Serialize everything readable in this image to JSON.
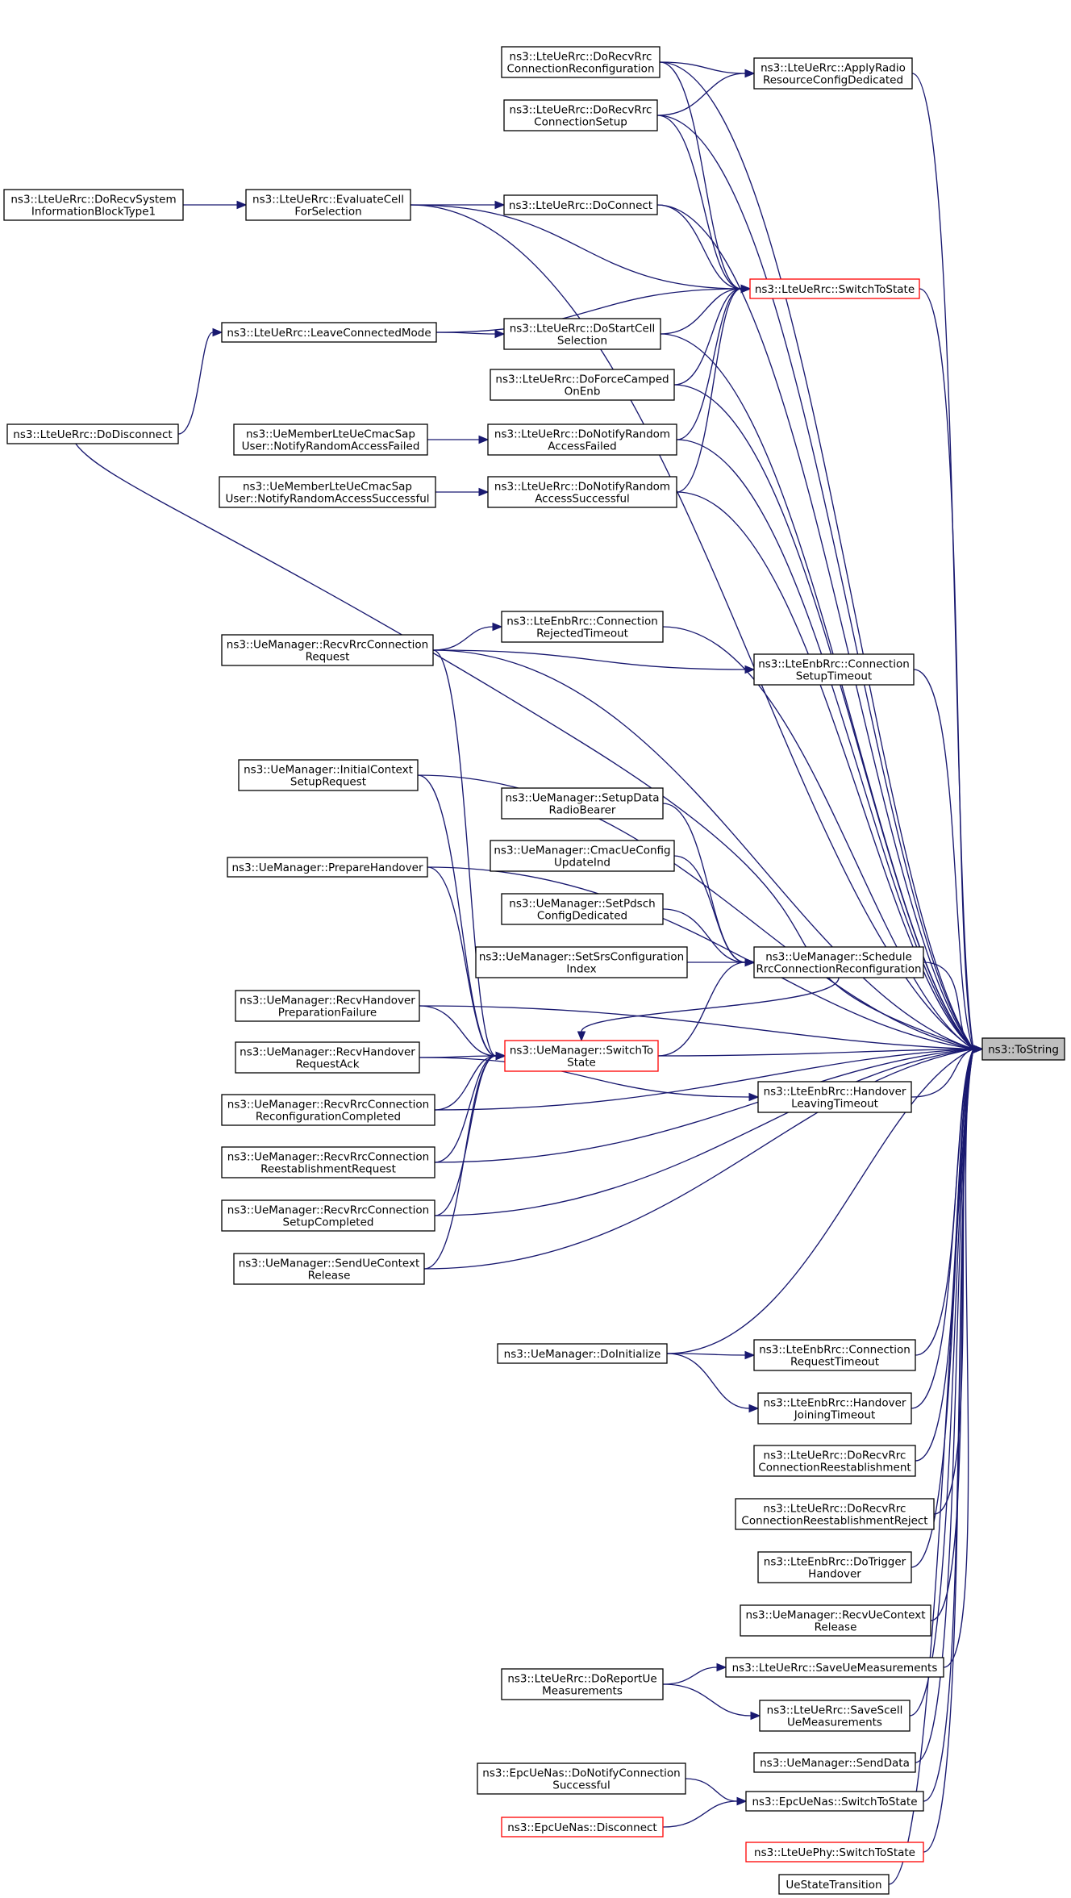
{
  "graph": {
    "type": "call-graph",
    "nodes": [
      {
        "id": "root",
        "lines": [
          "ns3::ToString"
        ],
        "style": "root"
      },
      {
        "id": "n1",
        "lines": [
          "ns3::LteUeRrc::DoRecvRrc",
          "ConnectionReconfiguration"
        ],
        "style": "normal"
      },
      {
        "id": "n2",
        "lines": [
          "ns3::LteUeRrc::ApplyRadio",
          "ResourceConfigDedicated"
        ],
        "style": "normal"
      },
      {
        "id": "n3",
        "lines": [
          "ns3::LteUeRrc::DoRecvRrc",
          "ConnectionSetup"
        ],
        "style": "normal"
      },
      {
        "id": "n4",
        "lines": [
          "ns3::LteUeRrc::DoRecvSystem",
          "InformationBlockType1"
        ],
        "style": "normal"
      },
      {
        "id": "n5",
        "lines": [
          "ns3::LteUeRrc::EvaluateCell",
          "ForSelection"
        ],
        "style": "normal"
      },
      {
        "id": "n6",
        "lines": [
          "ns3::LteUeRrc::DoConnect"
        ],
        "style": "normal"
      },
      {
        "id": "n7",
        "lines": [
          "ns3::LteUeRrc::SwitchToState"
        ],
        "style": "red"
      },
      {
        "id": "n8",
        "lines": [
          "ns3::LteUeRrc::LeaveConnectedMode"
        ],
        "style": "normal"
      },
      {
        "id": "n9",
        "lines": [
          "ns3::LteUeRrc::DoStartCell",
          "Selection"
        ],
        "style": "normal"
      },
      {
        "id": "n10",
        "lines": [
          "ns3::LteUeRrc::DoForceCamped",
          "OnEnb"
        ],
        "style": "normal"
      },
      {
        "id": "n11",
        "lines": [
          "ns3::LteUeRrc::DoDisconnect"
        ],
        "style": "normal"
      },
      {
        "id": "n12",
        "lines": [
          "ns3::UeMemberLteUeCmacSap",
          "User::NotifyRandomAccessFailed"
        ],
        "style": "normal"
      },
      {
        "id": "n13",
        "lines": [
          "ns3::LteUeRrc::DoNotifyRandom",
          "AccessFailed"
        ],
        "style": "normal"
      },
      {
        "id": "n14",
        "lines": [
          "ns3::UeMemberLteUeCmacSap",
          "User::NotifyRandomAccessSuccessful"
        ],
        "style": "normal"
      },
      {
        "id": "n15",
        "lines": [
          "ns3::LteUeRrc::DoNotifyRandom",
          "AccessSuccessful"
        ],
        "style": "normal"
      },
      {
        "id": "n16",
        "lines": [
          "ns3::LteEnbRrc::Connection",
          "RejectedTimeout"
        ],
        "style": "normal"
      },
      {
        "id": "n17",
        "lines": [
          "ns3::UeManager::RecvRrcConnection",
          "Request"
        ],
        "style": "normal"
      },
      {
        "id": "n18",
        "lines": [
          "ns3::LteEnbRrc::Connection",
          "SetupTimeout"
        ],
        "style": "normal"
      },
      {
        "id": "n19",
        "lines": [
          "ns3::UeManager::InitialContext",
          "SetupRequest"
        ],
        "style": "normal"
      },
      {
        "id": "n20",
        "lines": [
          "ns3::UeManager::SetupData",
          "RadioBearer"
        ],
        "style": "normal"
      },
      {
        "id": "n21",
        "lines": [
          "ns3::UeManager::PrepareHandover"
        ],
        "style": "normal"
      },
      {
        "id": "n22",
        "lines": [
          "ns3::UeManager::CmacUeConfig",
          "UpdateInd"
        ],
        "style": "normal"
      },
      {
        "id": "n23",
        "lines": [
          "ns3::UeManager::SetPdsch",
          "ConfigDedicated"
        ],
        "style": "normal"
      },
      {
        "id": "n24",
        "lines": [
          "ns3::UeManager::SetSrsConfiguration",
          "Index"
        ],
        "style": "normal"
      },
      {
        "id": "n25",
        "lines": [
          "ns3::UeManager::Schedule",
          "RrcConnectionReconfiguration"
        ],
        "style": "normal"
      },
      {
        "id": "n26",
        "lines": [
          "ns3::UeManager::RecvHandover",
          "PreparationFailure"
        ],
        "style": "normal"
      },
      {
        "id": "n27",
        "lines": [
          "ns3::UeManager::SwitchTo",
          "State"
        ],
        "style": "red"
      },
      {
        "id": "n28",
        "lines": [
          "ns3::UeManager::RecvHandover",
          "RequestAck"
        ],
        "style": "normal"
      },
      {
        "id": "n29",
        "lines": [
          "ns3::LteEnbRrc::Handover",
          "LeavingTimeout"
        ],
        "style": "normal"
      },
      {
        "id": "n30",
        "lines": [
          "ns3::UeManager::RecvRrcConnection",
          "ReconfigurationCompleted"
        ],
        "style": "normal"
      },
      {
        "id": "n31",
        "lines": [
          "ns3::UeManager::RecvRrcConnection",
          "ReestablishmentRequest"
        ],
        "style": "normal"
      },
      {
        "id": "n32",
        "lines": [
          "ns3::UeManager::RecvRrcConnection",
          "SetupCompleted"
        ],
        "style": "normal"
      },
      {
        "id": "n33",
        "lines": [
          "ns3::UeManager::SendUeContext",
          "Release"
        ],
        "style": "normal"
      },
      {
        "id": "n34",
        "lines": [
          "ns3::UeManager::DoInitialize"
        ],
        "style": "normal"
      },
      {
        "id": "n35",
        "lines": [
          "ns3::LteEnbRrc::Connection",
          "RequestTimeout"
        ],
        "style": "normal"
      },
      {
        "id": "n36",
        "lines": [
          "ns3::LteEnbRrc::Handover",
          "JoiningTimeout"
        ],
        "style": "normal"
      },
      {
        "id": "n37",
        "lines": [
          "ns3::LteUeRrc::DoRecvRrc",
          "ConnectionReestablishment"
        ],
        "style": "normal"
      },
      {
        "id": "n38",
        "lines": [
          "ns3::LteUeRrc::DoRecvRrc",
          "ConnectionReestablishmentReject"
        ],
        "style": "normal"
      },
      {
        "id": "n39",
        "lines": [
          "ns3::LteEnbRrc::DoTrigger",
          "Handover"
        ],
        "style": "normal"
      },
      {
        "id": "n40",
        "lines": [
          "ns3::UeManager::RecvUeContext",
          "Release"
        ],
        "style": "normal"
      },
      {
        "id": "n41",
        "lines": [
          "ns3::LteUeRrc::SaveUeMeasurements"
        ],
        "style": "normal"
      },
      {
        "id": "n42",
        "lines": [
          "ns3::LteUeRrc::DoReportUe",
          "Measurements"
        ],
        "style": "normal"
      },
      {
        "id": "n43",
        "lines": [
          "ns3::LteUeRrc::SaveScell",
          "UeMeasurements"
        ],
        "style": "normal"
      },
      {
        "id": "n44",
        "lines": [
          "ns3::UeManager::SendData"
        ],
        "style": "normal"
      },
      {
        "id": "n45",
        "lines": [
          "ns3::EpcUeNas::DoNotifyConnection",
          "Successful"
        ],
        "style": "normal"
      },
      {
        "id": "n46",
        "lines": [
          "ns3::EpcUeNas::SwitchToState"
        ],
        "style": "normal"
      },
      {
        "id": "n47",
        "lines": [
          "ns3::EpcUeNas::Disconnect"
        ],
        "style": "red"
      },
      {
        "id": "n48",
        "lines": [
          "ns3::LteUePhy::SwitchToState"
        ],
        "style": "red"
      },
      {
        "id": "n49",
        "lines": [
          "UeStateTransition"
        ],
        "style": "normal"
      }
    ],
    "edges": [
      [
        "n1",
        "root"
      ],
      [
        "n1",
        "n2"
      ],
      [
        "n1",
        "n7"
      ],
      [
        "n2",
        "root"
      ],
      [
        "n3",
        "root"
      ],
      [
        "n3",
        "n2"
      ],
      [
        "n3",
        "n7"
      ],
      [
        "n4",
        "n5"
      ],
      [
        "n5",
        "root"
      ],
      [
        "n5",
        "n6"
      ],
      [
        "n5",
        "n7"
      ],
      [
        "n6",
        "root"
      ],
      [
        "n6",
        "n7"
      ],
      [
        "n7",
        "root"
      ],
      [
        "n8",
        "n7"
      ],
      [
        "n8",
        "n9"
      ],
      [
        "n9",
        "root"
      ],
      [
        "n9",
        "n7"
      ],
      [
        "n10",
        "root"
      ],
      [
        "n10",
        "n7"
      ],
      [
        "n11",
        "n8"
      ],
      [
        "n11",
        "root"
      ],
      [
        "n12",
        "n13"
      ],
      [
        "n13",
        "root"
      ],
      [
        "n13",
        "n7"
      ],
      [
        "n14",
        "n15"
      ],
      [
        "n15",
        "root"
      ],
      [
        "n15",
        "n7"
      ],
      [
        "n16",
        "root"
      ],
      [
        "n17",
        "root"
      ],
      [
        "n17",
        "n16"
      ],
      [
        "n17",
        "n18"
      ],
      [
        "n17",
        "n27"
      ],
      [
        "n18",
        "root"
      ],
      [
        "n19",
        "root"
      ],
      [
        "n19",
        "n27"
      ],
      [
        "n20",
        "n25"
      ],
      [
        "n21",
        "root"
      ],
      [
        "n21",
        "n27"
      ],
      [
        "n22",
        "n25"
      ],
      [
        "n23",
        "n25"
      ],
      [
        "n24",
        "n25"
      ],
      [
        "n25",
        "root"
      ],
      [
        "n25",
        "n27"
      ],
      [
        "n26",
        "root"
      ],
      [
        "n26",
        "n27"
      ],
      [
        "n27",
        "root"
      ],
      [
        "n27",
        "n25"
      ],
      [
        "n28",
        "n27"
      ],
      [
        "n28",
        "n29"
      ],
      [
        "n29",
        "root"
      ],
      [
        "n30",
        "root"
      ],
      [
        "n30",
        "n27"
      ],
      [
        "n31",
        "root"
      ],
      [
        "n31",
        "n27"
      ],
      [
        "n32",
        "root"
      ],
      [
        "n32",
        "n27"
      ],
      [
        "n33",
        "root"
      ],
      [
        "n33",
        "n27"
      ],
      [
        "n34",
        "root"
      ],
      [
        "n34",
        "n35"
      ],
      [
        "n34",
        "n36"
      ],
      [
        "n35",
        "root"
      ],
      [
        "n36",
        "root"
      ],
      [
        "n37",
        "root"
      ],
      [
        "n38",
        "root"
      ],
      [
        "n39",
        "root"
      ],
      [
        "n40",
        "root"
      ],
      [
        "n41",
        "root"
      ],
      [
        "n42",
        "n41"
      ],
      [
        "n42",
        "n43"
      ],
      [
        "n43",
        "root"
      ],
      [
        "n44",
        "root"
      ],
      [
        "n45",
        "n46"
      ],
      [
        "n46",
        "root"
      ],
      [
        "n47",
        "n46"
      ],
      [
        "n48",
        "root"
      ],
      [
        "n49",
        "root"
      ]
    ]
  }
}
